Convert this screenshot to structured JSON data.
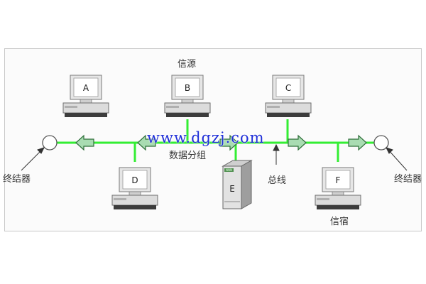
{
  "computers": {
    "a": {
      "label": "A"
    },
    "b": {
      "label": "B"
    },
    "c": {
      "label": "C"
    },
    "d": {
      "label": "D"
    },
    "f": {
      "label": "F"
    }
  },
  "server": {
    "label": "E",
    "badge": "NNN"
  },
  "labels": {
    "source": "信源",
    "packet": "数据分组",
    "bus": "总线",
    "destination": "信宿",
    "terminator_left": "终结器",
    "terminator_right": "终结器"
  },
  "watermark": "www.dgzj.com",
  "colors": {
    "bus_line": "#33ee33",
    "arrow_fill": "#a9dcb2",
    "monitor_body": "#d8d8d8",
    "screen": "#ffffff",
    "watermark": "#1f2fd8"
  }
}
